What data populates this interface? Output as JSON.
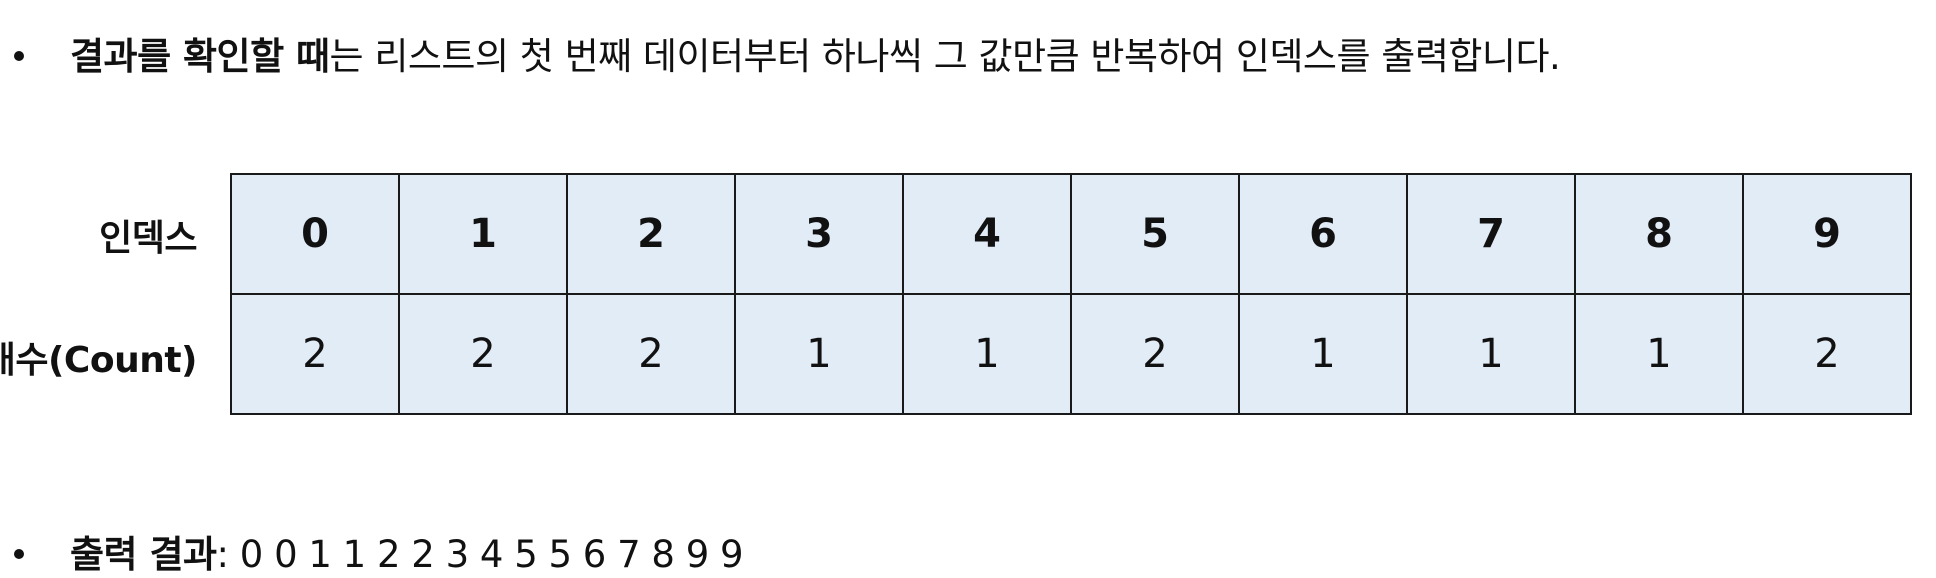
{
  "header": {
    "bold_part": "결과를 확인할 때",
    "rest_text": "는 리스트의 첫 번째 데이터부터 하나씩 그 값만큼 반복하여 인덱스를 출력합니다."
  },
  "table": {
    "index_label": "인덱스",
    "count_label": "개수(Count)",
    "indices": [
      "0",
      "1",
      "2",
      "3",
      "4",
      "5",
      "6",
      "7",
      "8",
      "9"
    ],
    "counts": [
      "2",
      "2",
      "2",
      "1",
      "1",
      "2",
      "1",
      "1",
      "1",
      "2"
    ]
  },
  "footer": {
    "bold_part": "출력 결과",
    "separator": ": ",
    "result_text": "0 0 1 1 2 2 3 4 5 5 6 7 8 9 9"
  }
}
